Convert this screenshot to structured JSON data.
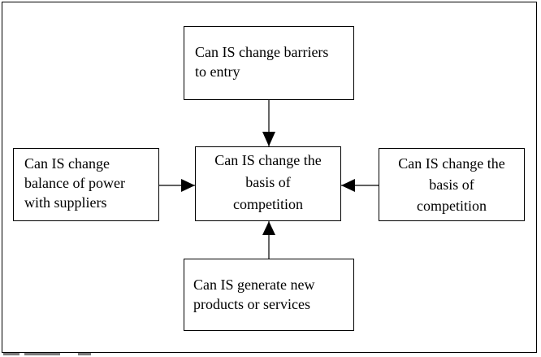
{
  "diagram": {
    "nodes": {
      "top": {
        "lines": [
          "Can IS change barriers",
          "to entry"
        ]
      },
      "left": {
        "lines": [
          "Can IS change",
          "balance of power",
          "with suppliers"
        ]
      },
      "center": {
        "lines": [
          "Can IS change the",
          "basis of",
          "competition"
        ]
      },
      "right": {
        "lines": [
          "Can IS change the",
          "basis of",
          "competition"
        ]
      },
      "bottom": {
        "lines": [
          "Can IS generate new",
          "products or services"
        ]
      }
    },
    "edges": [
      {
        "from": "top",
        "to": "center"
      },
      {
        "from": "left",
        "to": "center"
      },
      {
        "from": "right",
        "to": "center"
      },
      {
        "from": "bottom",
        "to": "center"
      }
    ]
  },
  "colors": {
    "line": "#000000",
    "background": "#ffffff"
  }
}
